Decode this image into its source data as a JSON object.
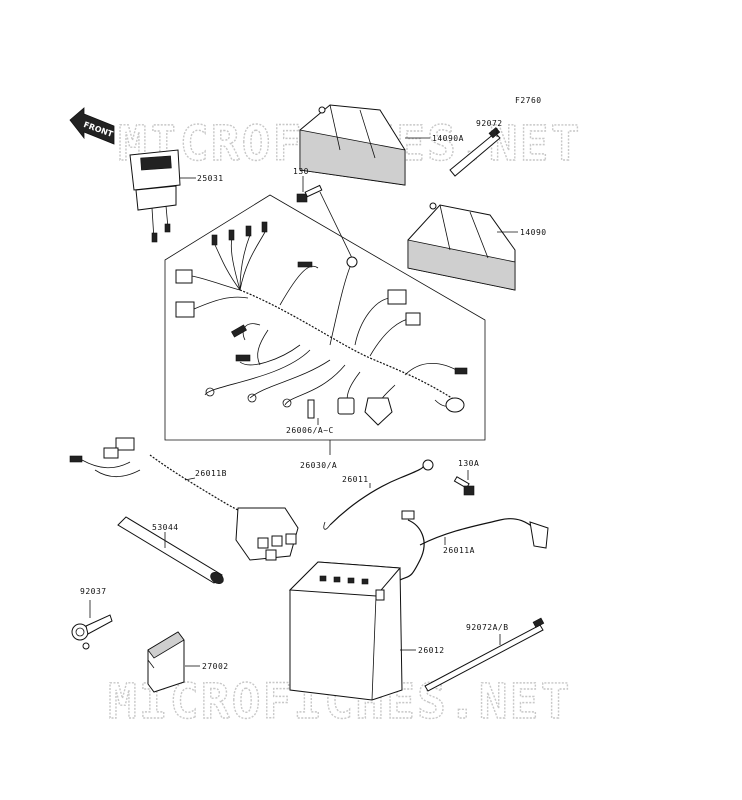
{
  "figure_code": "F2760",
  "watermark": "MICROFICHES.NET",
  "front_marker": "FRONT",
  "labels": {
    "p14090A": "14090A",
    "p92072": "92072",
    "p25031": "25031",
    "p130": "130",
    "p14090": "14090",
    "p26006": "26006/A~C",
    "p26030": "26030/A",
    "p26011B": "26011B",
    "p26011": "26011",
    "p130A": "130A",
    "p53044": "53044",
    "p26011A": "26011A",
    "p92037": "92037",
    "p92072AB": "92072A/B",
    "p26012": "26012",
    "p27002": "27002"
  }
}
